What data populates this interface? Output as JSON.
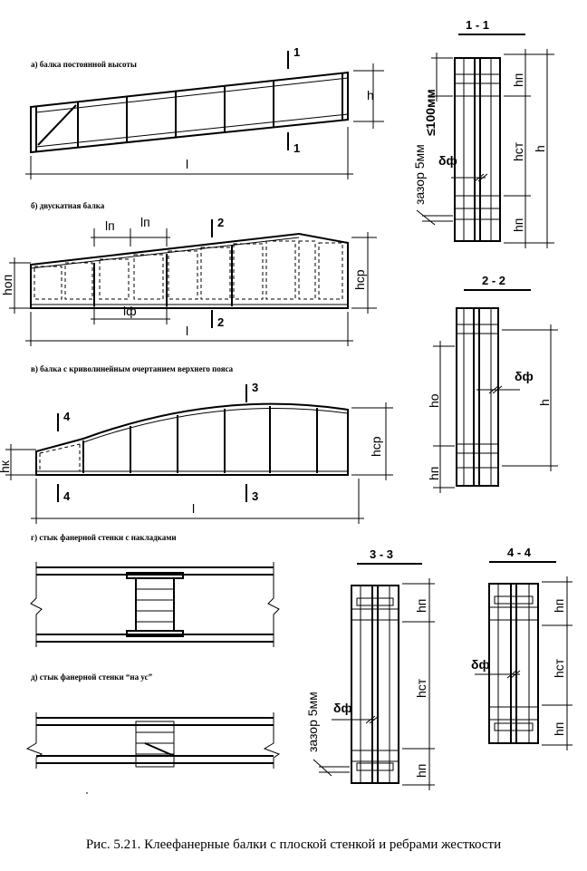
{
  "captions": {
    "a": "а) балка постоянной высоты",
    "b": "б) двускатная балка",
    "v": "в) балка с криволинейным очертанием верхнего пояса",
    "g": "г) стык фанерной стенки с накладками",
    "d": "д) стык фанерной стенки “на ус”"
  },
  "labels": {
    "h": "h",
    "l": "l",
    "hn": "hп",
    "hst": "hст",
    "hsr": "hср",
    "hop": "hоп",
    "ho": "hо",
    "hk": "hк",
    "ln": "lп",
    "lf": "lф",
    "df": "δф",
    "gap": "зазор 5мм",
    "max100": "≤100мм",
    "n1": "1",
    "n2": "2",
    "n3": "3",
    "n4": "4"
  },
  "sections": {
    "s11": "1 - 1",
    "s22": "2 - 2",
    "s33": "3 - 3",
    "s44": "4 - 4"
  },
  "figure_caption": "Рис. 5.21. Клеефанерные балки с плоской стенкой и ребрами жесткости"
}
